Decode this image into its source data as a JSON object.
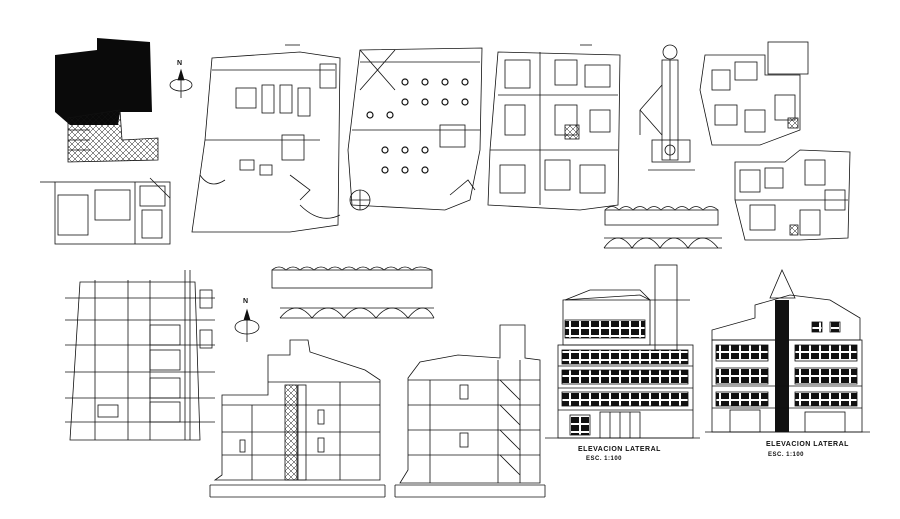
{
  "drawing_labels": {
    "elevation_1_title": "ELEVACION LATERAL",
    "elevation_1_scale": "ESC. 1:100",
    "elevation_2_title": "ELEVACION LATERAL",
    "elevation_2_scale": "ESC. 1:100"
  },
  "north_arrow_letter": "N",
  "colors": {
    "line": "#111111",
    "fill_dark": "#0a0a0a",
    "background": "#ffffff"
  }
}
